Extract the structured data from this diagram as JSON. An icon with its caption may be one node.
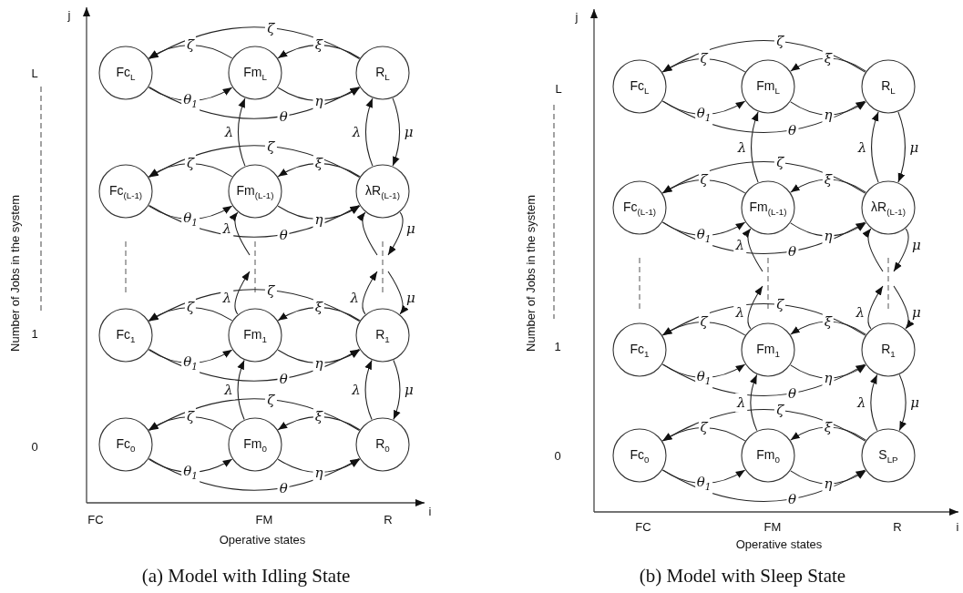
{
  "diagram": {
    "nodes": [
      {
        "text": [
          "Fc$_{L}$"
        ]
      },
      {
        "text": [
          "Fm$_{L}$"
        ]
      },
      {
        "text": [
          "R$_{L}$"
        ]
      },
      {
        "text": [
          "Fc$_{(L-1)}$"
        ]
      },
      {
        "text": [
          "Fm$_{(L-1)}$"
        ]
      },
      {
        "text": [
          "λR$_{(L-1)}$"
        ]
      },
      {
        "text": [
          "Fc$_{1}$"
        ]
      },
      {
        "text": [
          "Fm$_{1}$"
        ]
      },
      {
        "text": [
          "R$_{1}$"
        ]
      },
      {
        "text": [
          "Fc$_{0}$"
        ]
      },
      {
        "text": [
          "Fm$_{0}$"
        ]
      },
      {
        "text": [
          "R$_{0}$"
        ]
      },
      {
        "text": [
          "Fc$_{L}$"
        ]
      },
      {
        "text": [
          "Fm$_{L}$"
        ]
      },
      {
        "text": [
          "R$_{L}$"
        ]
      },
      {
        "text": [
          "Fc$_{(L-1)}$"
        ]
      },
      {
        "text": [
          "Fm$_{(L-1)}$"
        ]
      },
      {
        "text": [
          "λR$_{(L-1)}$"
        ]
      },
      {
        "text": [
          "Fc$_{1}$"
        ]
      },
      {
        "text": [
          "Fm$_{1}$"
        ]
      },
      {
        "text": [
          "R$_{1}$"
        ]
      },
      {
        "text": [
          "Fc$_{0}$"
        ]
      },
      {
        "text": [
          "Fm$_{0}$"
        ]
      },
      {
        "text": [
          "S$_{LP}$"
        ]
      }
    ],
    "edges": [
      {
        "from": 1,
        "to": 0,
        "arrow": "to",
        "label": "ζ"
      },
      {
        "from": 0,
        "to": 1,
        "arrow": "to",
        "label": "θ$_{1}$"
      },
      {
        "from": 2,
        "to": 1,
        "arrow": "to",
        "label": "ξ"
      },
      {
        "from": 1,
        "to": 2,
        "arrow": "to",
        "label": "η"
      },
      {
        "from": 0,
        "to": 2,
        "arrow": "to",
        "label": "θ"
      },
      {
        "from": 2,
        "to": 0,
        "arrow": "to",
        "label": "ζ"
      },
      {
        "from": 4,
        "to": 3,
        "arrow": "to",
        "label": "ζ"
      },
      {
        "from": 3,
        "to": 4,
        "arrow": "to",
        "label": "θ$_{1}$"
      },
      {
        "from": 5,
        "to": 4,
        "arrow": "to",
        "label": "ξ"
      },
      {
        "from": 4,
        "to": 5,
        "arrow": "to",
        "label": "η"
      },
      {
        "from": 3,
        "to": 5,
        "arrow": "to",
        "label": "θ"
      },
      {
        "from": 5,
        "to": 3,
        "arrow": "to",
        "label": "ζ"
      },
      {
        "from": 7,
        "to": 6,
        "arrow": "to",
        "label": "ζ"
      },
      {
        "from": 6,
        "to": 7,
        "arrow": "to",
        "label": "θ$_{1}$"
      },
      {
        "from": 8,
        "to": 7,
        "arrow": "to",
        "label": "ξ"
      },
      {
        "from": 7,
        "to": 8,
        "arrow": "to",
        "label": "η"
      },
      {
        "from": 6,
        "to": 8,
        "arrow": "to",
        "label": "θ"
      },
      {
        "from": 8,
        "to": 6,
        "arrow": "to",
        "label": "ζ"
      },
      {
        "from": 10,
        "to": 9,
        "arrow": "to",
        "label": "ζ"
      },
      {
        "from": 9,
        "to": 10,
        "arrow": "to",
        "label": "θ$_{1}$"
      },
      {
        "from": 11,
        "to": 10,
        "arrow": "to",
        "label": "ξ"
      },
      {
        "from": 10,
        "to": 11,
        "arrow": "to",
        "label": "η"
      },
      {
        "from": 9,
        "to": 11,
        "arrow": "to",
        "label": "θ"
      },
      {
        "from": 11,
        "to": 9,
        "arrow": "to",
        "label": "ζ"
      },
      {
        "from": 4,
        "to": 1,
        "arrow": "to",
        "label": "λ"
      },
      {
        "from": 5,
        "to": 2,
        "arrow": "to",
        "label": "λ"
      },
      {
        "from": 2,
        "to": 5,
        "arrow": "to",
        "label": "μ"
      },
      {
        "from": null,
        "to": 4,
        "arrow": "to",
        "label": "λ"
      },
      {
        "from": null,
        "to": 5,
        "arrow": "to"
      },
      {
        "from": 5,
        "to": null,
        "arrow": "to",
        "label": "μ"
      },
      {
        "from": 7,
        "to": null,
        "arrow": "to",
        "label": "λ"
      },
      {
        "from": 8,
        "to": null,
        "arrow": "to",
        "label": "λ"
      },
      {
        "from": null,
        "to": 8,
        "arrow": "to",
        "label": "μ"
      },
      {
        "from": 10,
        "to": 7,
        "arrow": "to",
        "label": "λ"
      },
      {
        "from": 11,
        "to": 8,
        "arrow": "to",
        "label": "λ"
      },
      {
        "from": 8,
        "to": 11,
        "arrow": "to",
        "label": "μ"
      },
      {
        "from": 13,
        "to": 12,
        "arrow": "to",
        "label": "ζ"
      },
      {
        "from": 12,
        "to": 13,
        "arrow": "to",
        "label": "θ$_{1}$"
      },
      {
        "from": 14,
        "to": 13,
        "arrow": "to",
        "label": "ξ"
      },
      {
        "from": 13,
        "to": 14,
        "arrow": "to",
        "label": "η"
      },
      {
        "from": 12,
        "to": 14,
        "arrow": "to",
        "label": "θ"
      },
      {
        "from": 14,
        "to": 12,
        "arrow": "to",
        "label": "ζ"
      },
      {
        "from": 16,
        "to": 15,
        "arrow": "to",
        "label": "ζ"
      },
      {
        "from": 15,
        "to": 16,
        "arrow": "to",
        "label": "θ$_{1}$"
      },
      {
        "from": 17,
        "to": 16,
        "arrow": "to",
        "label": "ξ"
      },
      {
        "from": 16,
        "to": 17,
        "arrow": "to",
        "label": "η"
      },
      {
        "from": 15,
        "to": 17,
        "arrow": "to",
        "label": "θ"
      },
      {
        "from": 17,
        "to": 15,
        "arrow": "to",
        "label": "ζ"
      },
      {
        "from": 19,
        "to": 18,
        "arrow": "to",
        "label": "ζ"
      },
      {
        "from": 18,
        "to": 19,
        "arrow": "to",
        "label": "θ$_{1}$"
      },
      {
        "from": 20,
        "to": 19,
        "arrow": "to",
        "label": "ξ"
      },
      {
        "from": 19,
        "to": 20,
        "arrow": "to",
        "label": "η"
      },
      {
        "from": 18,
        "to": 20,
        "arrow": "to",
        "label": "θ"
      },
      {
        "from": 20,
        "to": 18,
        "arrow": "to",
        "label": "ζ"
      },
      {
        "from": 22,
        "to": 21,
        "arrow": "to",
        "label": "ζ"
      },
      {
        "from": 21,
        "to": 22,
        "arrow": "to",
        "label": "θ$_{1}$"
      },
      {
        "from": 23,
        "to": 22,
        "arrow": "to",
        "label": "ξ"
      },
      {
        "from": 22,
        "to": 23,
        "arrow": "to",
        "label": "η"
      },
      {
        "from": 21,
        "to": 23,
        "arrow": "to",
        "label": "θ"
      },
      {
        "from": 23,
        "to": 21,
        "arrow": "to",
        "label": "ζ"
      },
      {
        "from": 16,
        "to": 13,
        "arrow": "to",
        "label": "λ"
      },
      {
        "from": 17,
        "to": 14,
        "arrow": "to",
        "label": "λ"
      },
      {
        "from": 14,
        "to": 17,
        "arrow": "to",
        "label": "μ"
      },
      {
        "from": null,
        "to": 16,
        "arrow": "to",
        "label": "λ"
      },
      {
        "from": null,
        "to": 17,
        "arrow": "to"
      },
      {
        "from": 17,
        "to": null,
        "arrow": "to",
        "label": "μ"
      },
      {
        "from": 19,
        "to": null,
        "arrow": "to",
        "label": "λ"
      },
      {
        "from": 20,
        "to": null,
        "arrow": "to",
        "label": "λ"
      },
      {
        "from": null,
        "to": 20,
        "arrow": "to",
        "label": "μ"
      },
      {
        "from": 22,
        "to": 19,
        "arrow": "to",
        "label": "λ"
      },
      {
        "from": 23,
        "to": 20,
        "arrow": "to",
        "label": "λ"
      },
      {
        "from": 20,
        "to": 23,
        "arrow": "to",
        "label": "μ"
      }
    ],
    "labels": [
      "j",
      "L",
      "1",
      "0",
      "Number of Jobs in the system",
      "FC",
      "FM",
      "R",
      "i",
      "Operative states",
      "(a) Model with Idling State",
      "j",
      "L",
      "1",
      "0",
      "Number of Jobs in the system",
      "FC",
      "FM",
      "R",
      "i",
      "Operative states",
      "(b) Model with Sleep State"
    ]
  }
}
